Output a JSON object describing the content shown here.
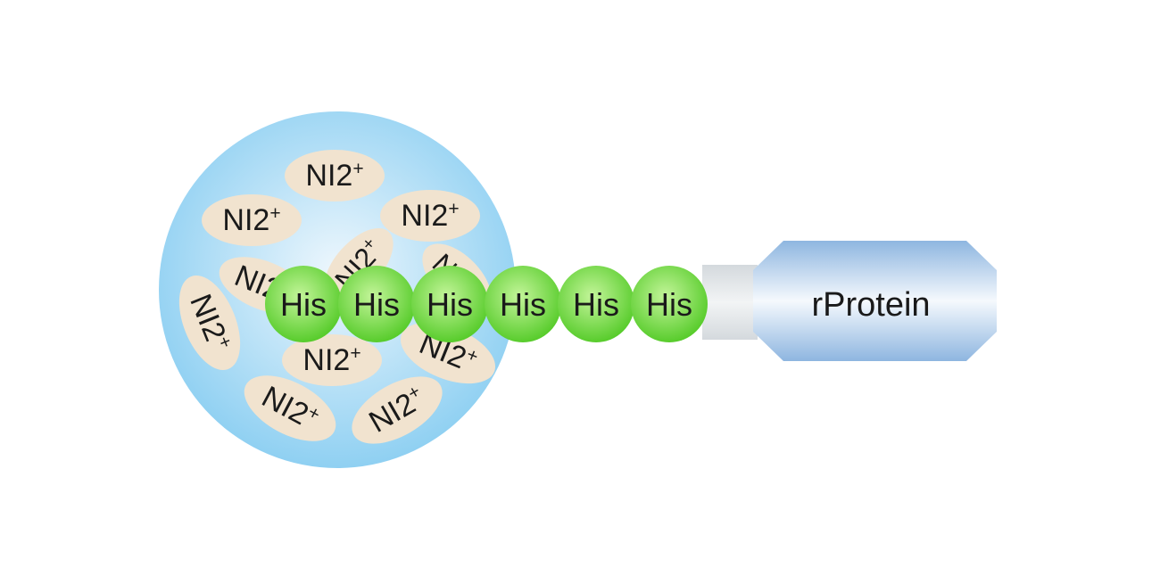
{
  "bead": {
    "ion_labels": [
      {
        "base": "NI2",
        "sup": "+"
      },
      {
        "base": "NI2",
        "sup": "+"
      },
      {
        "base": "NI2",
        "sup": "+"
      },
      {
        "base": "NI2",
        "sup": "+"
      },
      {
        "base": "NI2",
        "sup": "+"
      },
      {
        "base": "NI2",
        "sup": "+"
      },
      {
        "base": "NI2",
        "sup": "+"
      },
      {
        "base": "NI2",
        "sup": "+"
      },
      {
        "base": "NI2",
        "sup": "+"
      },
      {
        "base": "NI2",
        "sup": "+"
      },
      {
        "base": "NI2",
        "sup": "+"
      }
    ]
  },
  "his_tag": [
    "His",
    "His",
    "His",
    "His",
    "His",
    "His"
  ],
  "protein": {
    "label": "rProtein"
  },
  "colors": {
    "bead_center": "#eef7fd",
    "bead_edge": "#8fd0f2",
    "ion_fill": "#f1e3cf",
    "his_center": "#c4f59a",
    "his_edge": "#58cc2c",
    "linker": "#e0e4e7",
    "protein_light": "#f5f9fd",
    "protein_dark": "#8eb6e0",
    "text": "#1a1a1a"
  }
}
